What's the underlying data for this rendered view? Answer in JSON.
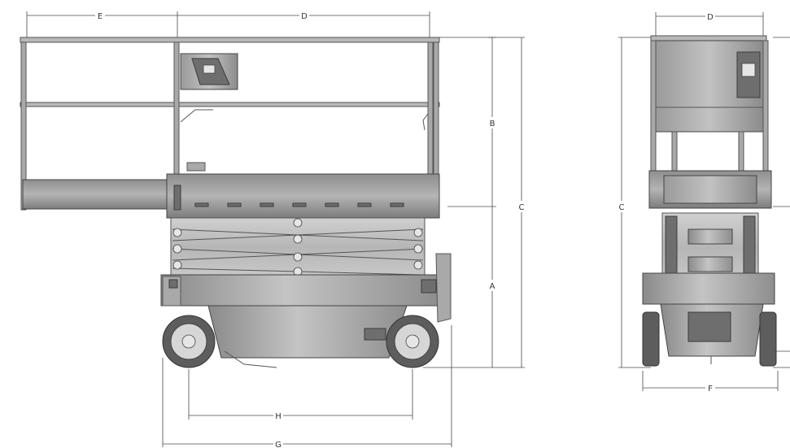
{
  "dimension_labels": {
    "a": "A",
    "b": "B",
    "c": "C",
    "d": "D",
    "e": "E",
    "f": "F",
    "g": "G",
    "h": "H"
  },
  "colors": {
    "machine_gray": "#a9a9a9",
    "outline": "#444444",
    "background": "#ffffff"
  }
}
